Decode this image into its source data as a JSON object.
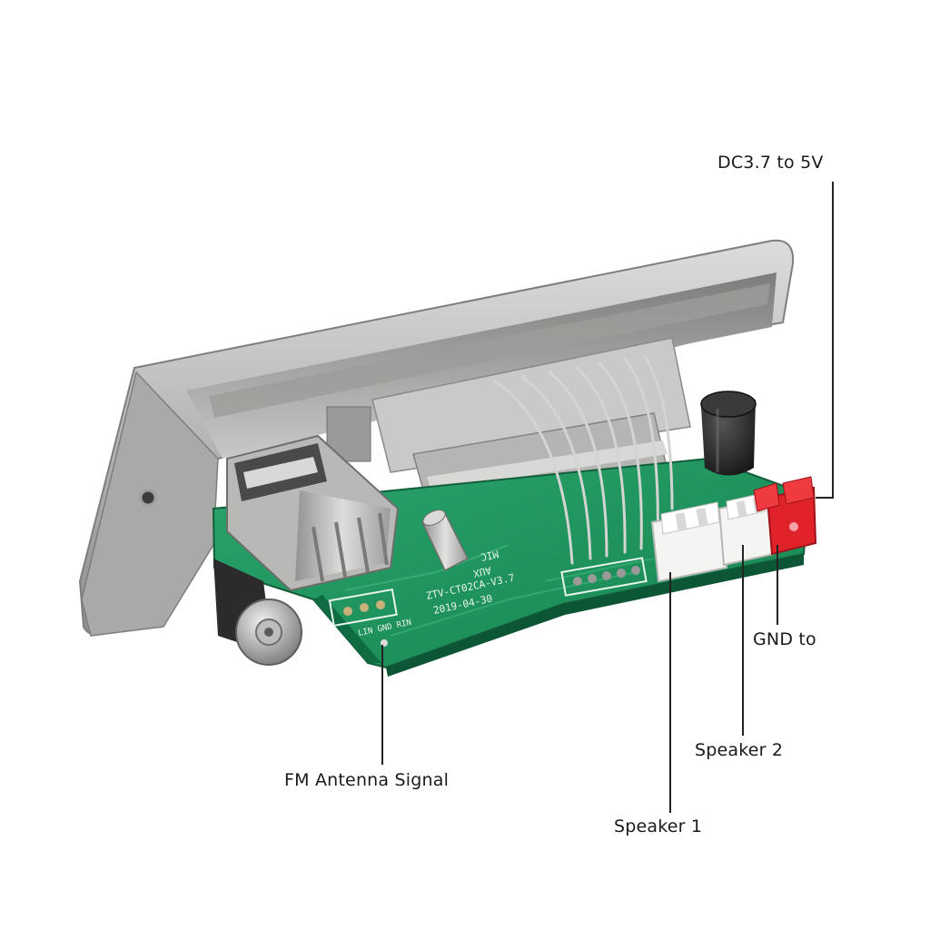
{
  "labels": {
    "dc_power": "DC3.7 to 5V",
    "gnd": "GND to",
    "speaker_2": "Speaker 2",
    "speaker_1": "Speaker 1",
    "fm_antenna": "FM Antenna Signal"
  },
  "board_markings": {
    "model": "ZTV-CT02CA-V3.7",
    "date": "2019-04-30",
    "pins": "LIN GND RIN",
    "aux": "AUX",
    "mic": "MIC"
  },
  "colors": {
    "pcb_green": "#1f9a62",
    "panel_silver": "#b9b9b7",
    "connector_white": "#f2f2f0",
    "connector_red": "#e0232b",
    "leader_line": "#222222"
  }
}
